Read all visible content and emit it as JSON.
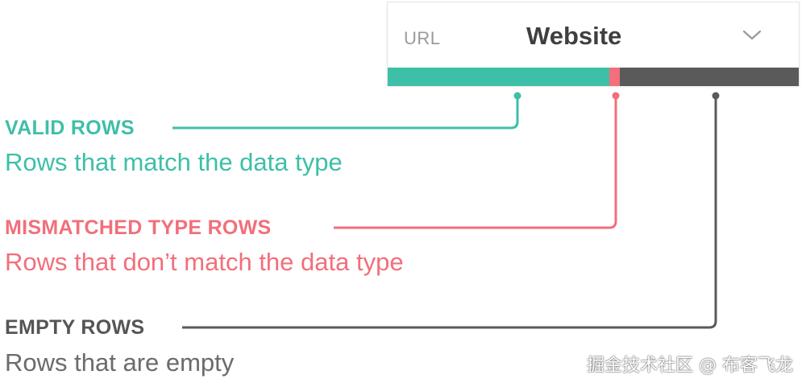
{
  "column": {
    "type_tag": "URL",
    "name": "Website",
    "dropdown_icon": "chevron-down-icon"
  },
  "quality_bar": {
    "valid_fraction": 0.54,
    "mismatch_fraction": 0.025,
    "empty_fraction": 0.435
  },
  "colors": {
    "valid": "#3ebfa8",
    "mismatch": "#f26f7b",
    "empty": "#5a5a5a"
  },
  "legend": {
    "valid": {
      "title": "VALID ROWS",
      "description": "Rows that match the data type"
    },
    "mismatch": {
      "title": "MISMATCHED TYPE ROWS",
      "description": "Rows that don’t match the data type"
    },
    "empty": {
      "title": "EMPTY ROWS",
      "description": "Rows that are empty"
    }
  },
  "watermark": "掘金技术社区 @ 布客飞龙"
}
